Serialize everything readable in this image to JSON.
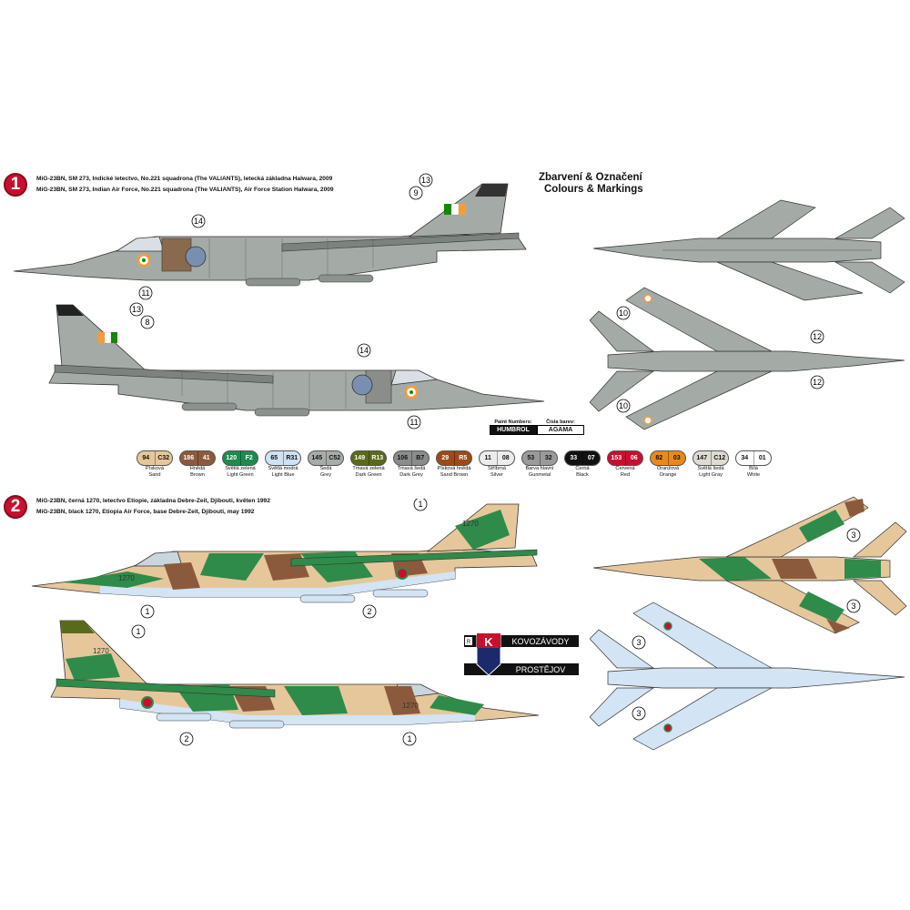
{
  "section1": {
    "number": "1",
    "caption_cz": "MiG-23BN, SM 273, Indické letectvo, No.221 squadrona (The VALIANTS), letecká základna Halwara, 2009",
    "caption_en": "MiG-23BN, SM 273, Indian Air Force, No.221 squadrona (The VALIANTS), Air Force Station Halwara, 2009",
    "callouts": [
      "13",
      "9",
      "14",
      "11",
      "13",
      "8",
      "14",
      "11",
      "10",
      "12",
      "12",
      "10"
    ]
  },
  "heading": {
    "line1": "Zbarvení & Označení",
    "line2": "Colours & Markings"
  },
  "paint_legend": {
    "title_left": "Paint Numbers:",
    "title_right": "Čísla barev:",
    "brand_left": "HUMBROL",
    "brand_right": "AGAMA"
  },
  "swatches": [
    {
      "h": "94",
      "a": "C32",
      "cz": "Písková",
      "en": "Sand",
      "color": "#e6c79c"
    },
    {
      "h": "186",
      "a": "41",
      "cz": "Hnědá",
      "en": "Brown",
      "color": "#8b5a3c"
    },
    {
      "h": "120",
      "a": "F2",
      "cz": "Světlá zelená",
      "en": "Light Green",
      "color": "#1f8a4c"
    },
    {
      "h": "65",
      "a": "R31",
      "cz": "Světlá modrá",
      "en": "Light Blue",
      "color": "#cfe2f3"
    },
    {
      "h": "145",
      "a": "C52",
      "cz": "Šedá",
      "en": "Grey",
      "color": "#a8aca8"
    },
    {
      "h": "149",
      "a": "R13",
      "cz": "Tmavá zelená",
      "en": "Dark Green",
      "color": "#5a6a1c"
    },
    {
      "h": "106",
      "a": "B7",
      "cz": "Tmavá šedá",
      "en": "Dark Grey",
      "color": "#8a8c8c"
    },
    {
      "h": "29",
      "a": "R5",
      "cz": "Písková hnědá",
      "en": "Sand Brown",
      "color": "#9c4a1a"
    },
    {
      "h": "11",
      "a": "08",
      "cz": "Stříbrná",
      "en": "Silver",
      "color": "#ececec"
    },
    {
      "h": "53",
      "a": "32",
      "cz": "Barva hlavní",
      "en": "Gunmetal",
      "color": "#9a9a9a"
    },
    {
      "h": "33",
      "a": "07",
      "cz": "Černá",
      "en": "Black",
      "color": "#111111"
    },
    {
      "h": "153",
      "a": "06",
      "cz": "Červená",
      "en": "Red",
      "color": "#c8102e"
    },
    {
      "h": "82",
      "a": "03",
      "cz": "Oranžová",
      "en": "Orange",
      "color": "#e88a1a"
    },
    {
      "h": "147",
      "a": "C12",
      "cz": "Světlá šedá",
      "en": "Light Gray",
      "color": "#dedbd2"
    },
    {
      "h": "34",
      "a": "01",
      "cz": "Bílá",
      "en": "White",
      "color": "#ffffff"
    }
  ],
  "section2": {
    "number": "2",
    "caption_cz": "MiG-23BN, černá 1270, letectvo  Etiopie, základna Debre-Zeit, Djibouti, květen 1992",
    "caption_en": "MiG-23BN, black 1270, Etiopia Air Force, base Debre-Zeit, Djibouti, may 1992",
    "serial": "1270",
    "callouts": [
      "1",
      "1",
      "2",
      "3",
      "3",
      "1",
      "2",
      "1",
      "3",
      "3"
    ]
  },
  "logo": {
    "line1": "KOVOZÁVODY",
    "line2": "PROSTĚJOV",
    "letter": "K",
    "corner": "R"
  },
  "colors": {
    "grey": "#a4aba6",
    "grey_dark": "#7c837f",
    "sand": "#e6c79c",
    "green": "#2e8b4a",
    "brown": "#8b5a3c",
    "light_blue": "#d3e4f4",
    "red": "#c8102e",
    "navy": "#1b2a6b"
  }
}
